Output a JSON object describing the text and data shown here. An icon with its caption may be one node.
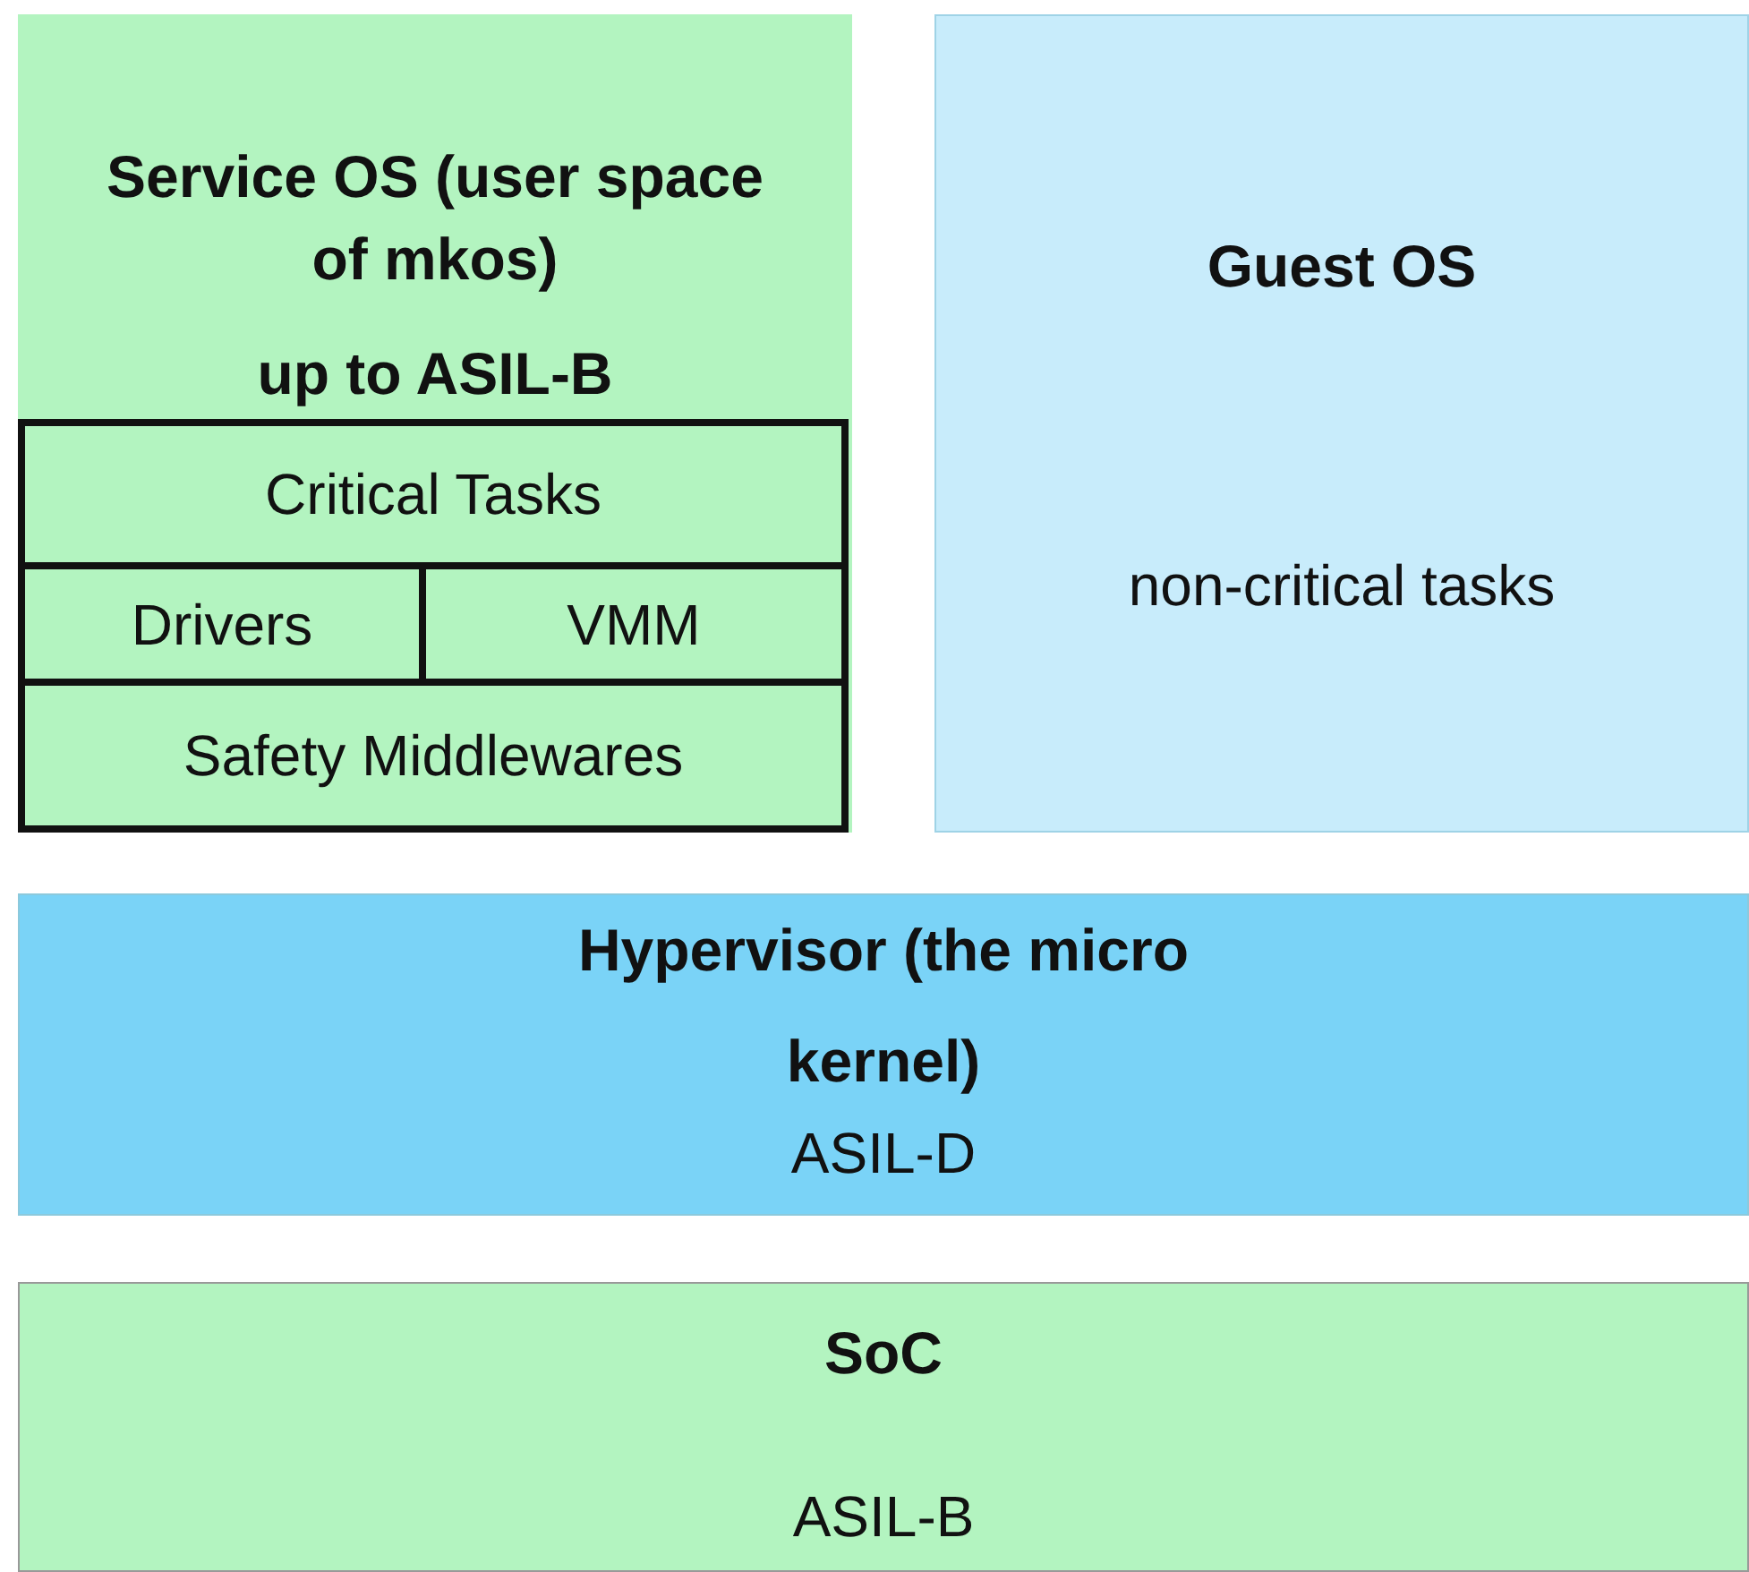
{
  "diagram": {
    "nodes": [
      {
        "text": [
          "Service OS (user space of mkos)",
          "up to ASIL-B"
        ]
      },
      {
        "text": [
          "Critical Tasks"
        ],
        "in": 0
      },
      {
        "text": [
          "Drivers"
        ],
        "in": 0
      },
      {
        "text": [
          "VMM"
        ],
        "in": 0
      },
      {
        "text": [
          "Safety Middlewares"
        ],
        "in": 0
      },
      {
        "text": [
          "Guest OS",
          "non-critical tasks"
        ]
      },
      {
        "text": [
          "Hypervisor (the micro kernel)",
          "ASIL-D"
        ]
      },
      {
        "text": [
          "SoC",
          "ASIL-B"
        ]
      }
    ]
  }
}
